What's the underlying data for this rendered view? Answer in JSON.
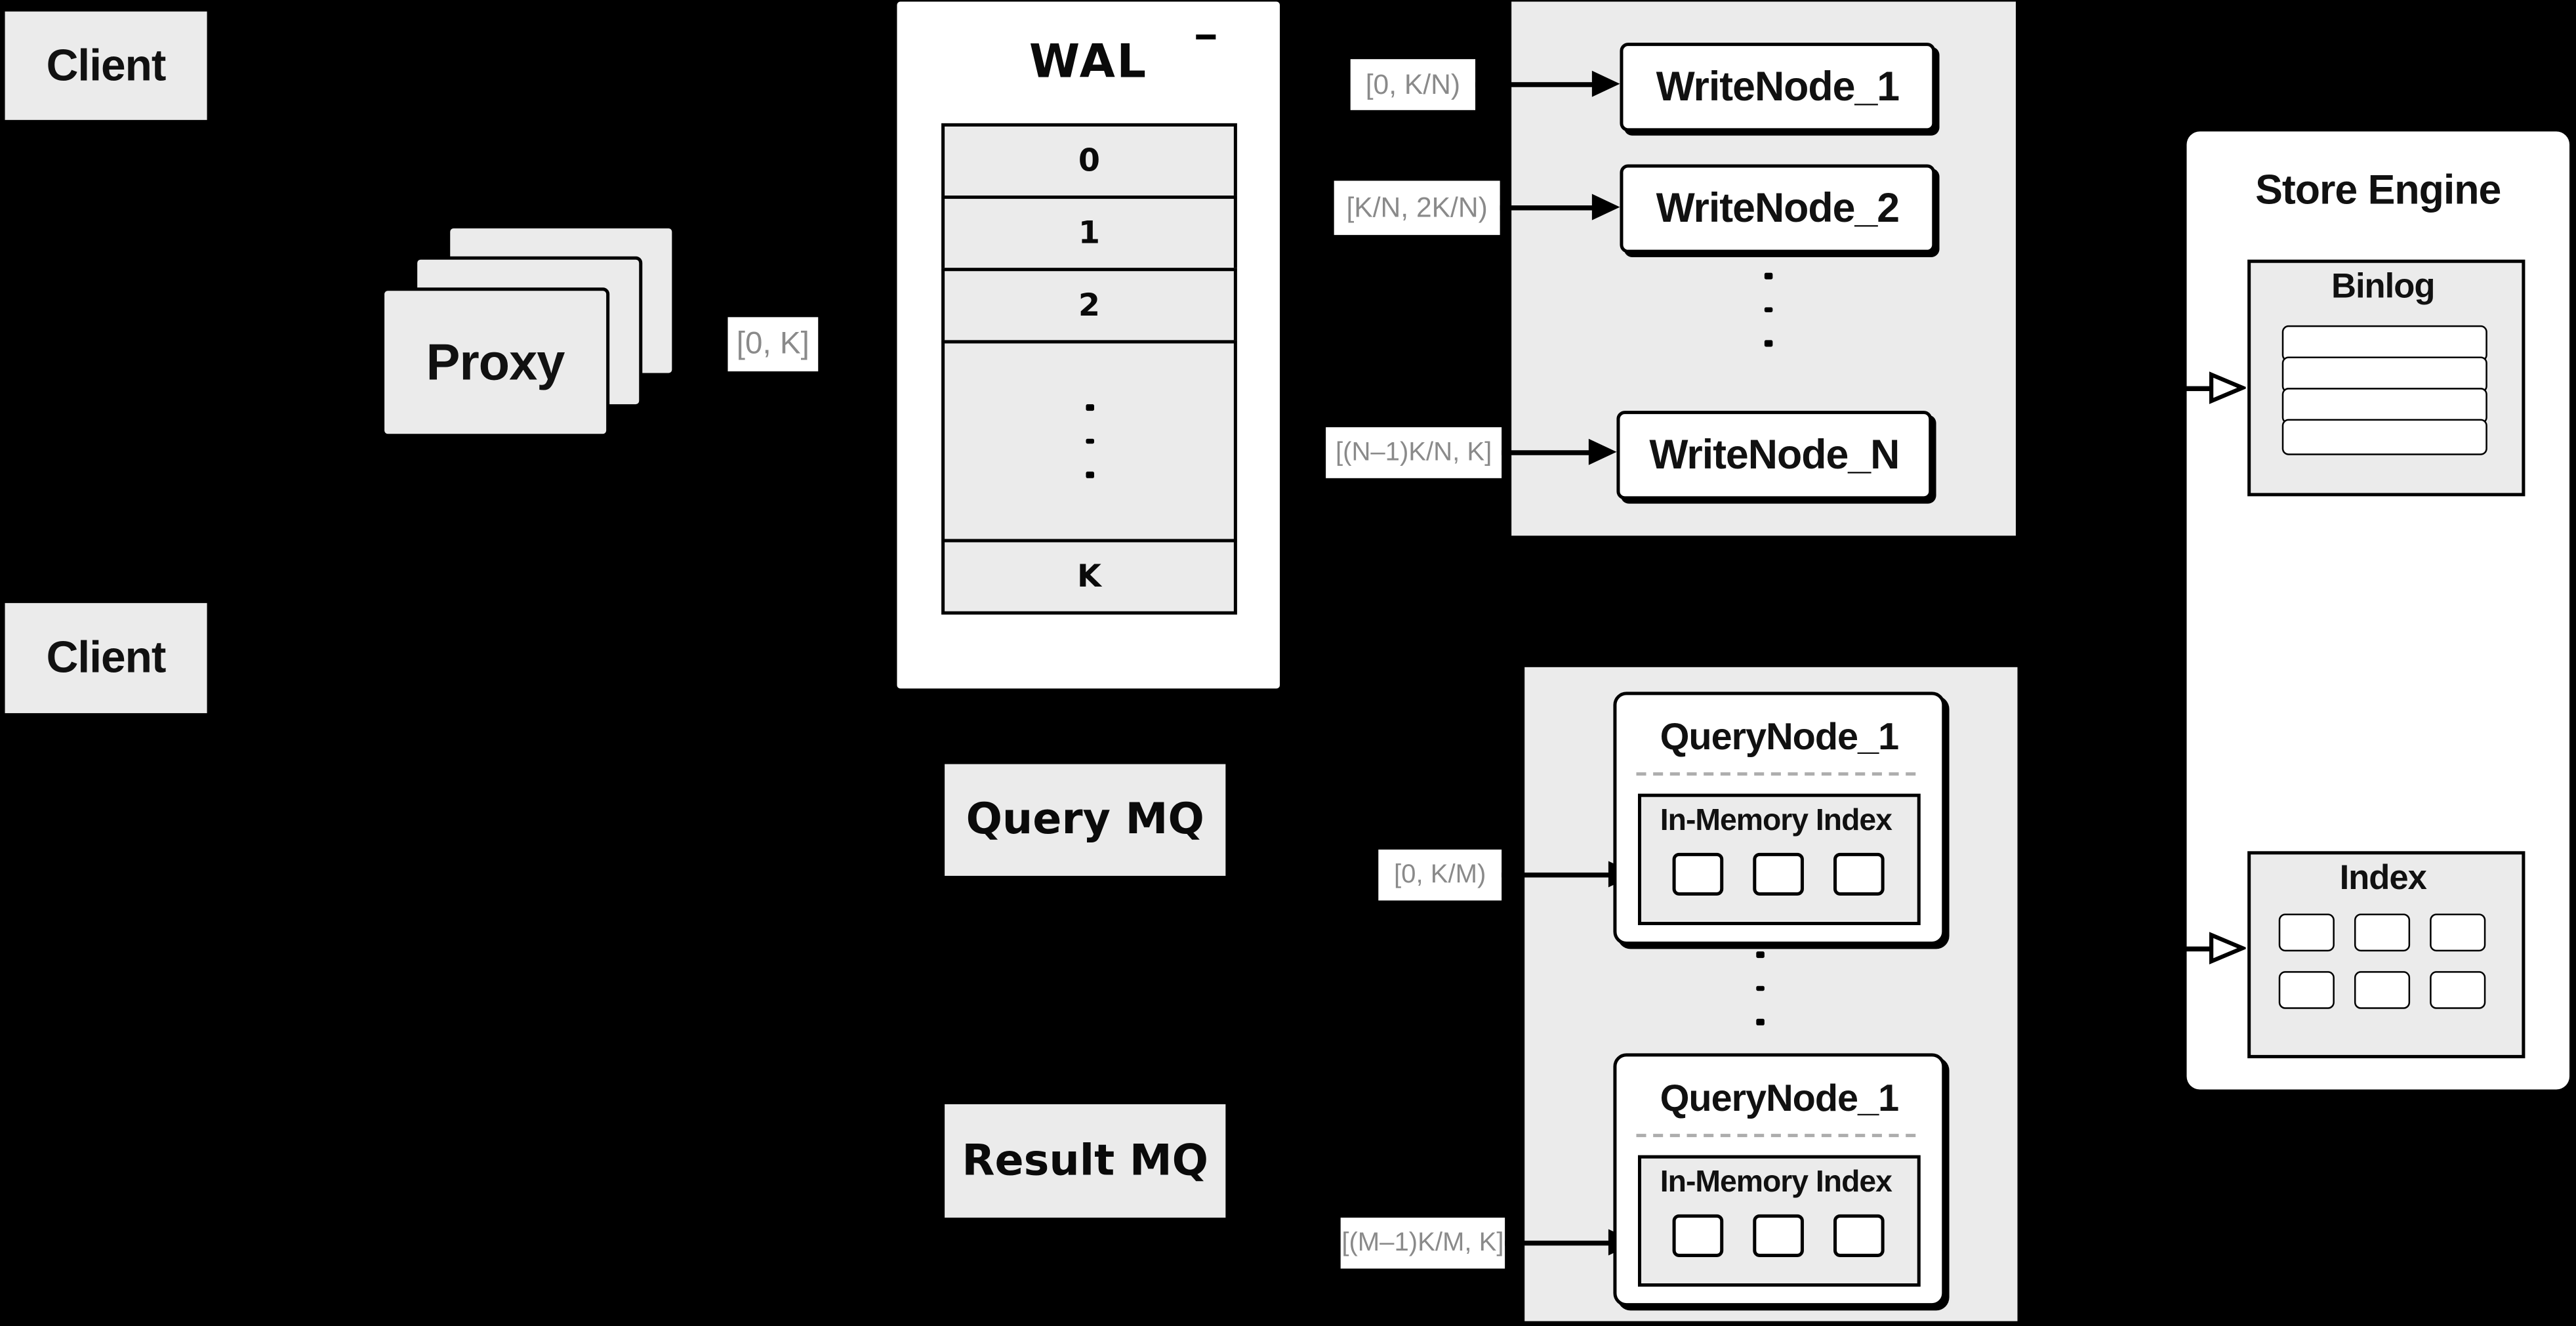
{
  "colors": {
    "background": "#000000",
    "panel_gray": "#ebebeb",
    "node_white": "#ffffff",
    "line_black": "#000000",
    "range_label_text": "#8a8a8a",
    "dashed_divider": "#adadad"
  },
  "clients": {
    "top_label": "Client",
    "bottom_label": "Client"
  },
  "proxy": {
    "label": "Proxy",
    "range_label": "[0, K]",
    "card_count": 3
  },
  "wal": {
    "title": "WAL",
    "rows": [
      "0",
      "1",
      "2"
    ],
    "ellipsis_dot_count": 3,
    "last_row": "K"
  },
  "write_section": {
    "range_labels": [
      "[0, K/N)",
      "[K/N, 2K/N)",
      "[(N–1)K/N, K]"
    ],
    "nodes": [
      "WriteNode_1",
      "WriteNode_2",
      "WriteNode_N"
    ],
    "ellipsis_dot_count": 3
  },
  "store_engine": {
    "title": "Store Engine",
    "binlog_title": "Binlog",
    "binlog_row_count": 4,
    "index_title": "Index",
    "index_cell_count": 6
  },
  "query_section": {
    "query_mq_label": "Query MQ",
    "result_mq_label": "Result MQ",
    "range_labels": [
      "[0, K/M)",
      "[(M–1)K/M, K]"
    ],
    "nodes": [
      {
        "title": "QueryNode_1",
        "subtitle": "In-Memory Index",
        "cell_count": 3
      },
      {
        "title": "QueryNode_1",
        "subtitle": "In-Memory Index",
        "cell_count": 3
      }
    ],
    "ellipsis_dot_count": 3
  }
}
